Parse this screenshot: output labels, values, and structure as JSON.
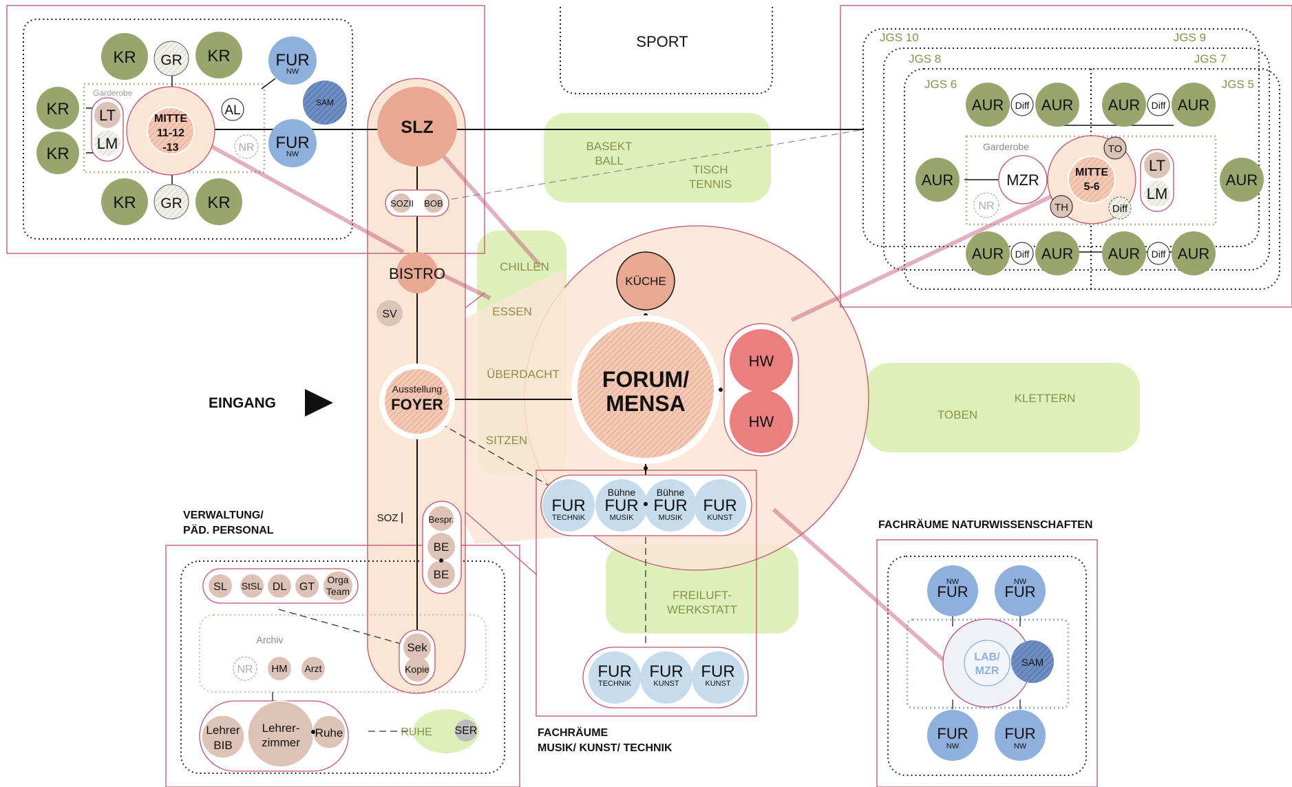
{
  "colors": {
    "olive": "#9aa56e",
    "salmon": "#e8a891",
    "peach": "#fbe5d5",
    "tan": "#ddc3b6",
    "blue": "#8fb0dc",
    "lightblue": "#c6dbec",
    "green": "#def0ba",
    "red": "#eb7f7f",
    "frame": "#c0506e",
    "olivetext": "#8b8f4a"
  },
  "zones": {
    "sport": "SPORT",
    "basketball_1": "BASEKT",
    "basketball_2": "BALL",
    "tischtennis_1": "TISCH",
    "tischtennis_2": "TENNIS",
    "chillen": "CHILLEN",
    "essen": "ESSEN",
    "ueberdacht": "ÜBERDACHT",
    "sitzen": "SITZEN",
    "toben": "TOBEN",
    "klettern": "KLETTERN",
    "freiluft_1": "FREILUFT-",
    "freiluft_2": "WERKSTATT",
    "eingang": "EINGANG"
  },
  "spine": {
    "slz": "SLZ",
    "sozii": "SOZII",
    "bob": "BOB",
    "bistro": "BISTRO",
    "sv": "SV",
    "foyer_small": "Ausstellung",
    "foyer": "FOYER",
    "soz": "SOZ",
    "bespr": "Bespr.",
    "be1": "BE",
    "be2": "BE",
    "sek": "Sek",
    "kopie": "Kopie"
  },
  "cluster_11_13": {
    "kr": "KR",
    "gr": "GR",
    "lt": "LT",
    "lm": "LM",
    "mitte_1": "MITTE",
    "mitte_2": "11-12",
    "mitte_3": "-13",
    "al": "AL",
    "nr": "NR",
    "fur": "FUR",
    "nw": "NW",
    "sam": "SAM",
    "garderobe": "Garderobe"
  },
  "cluster_5_10": {
    "jgs10": "JGS 10",
    "jgs9": "JGS 9",
    "jgs8": "JGS 8",
    "jgs7": "JGS 7",
    "jgs6": "JGS 6",
    "jgs5": "JGS 5",
    "aur": "AUR",
    "diff": "Diff",
    "garderobe": "Garderobe",
    "mzr": "MZR",
    "mitte_1": "MITTE",
    "mitte_2": "5-6",
    "to": "TO",
    "th": "TH",
    "lt": "LT",
    "lm": "LM",
    "nr": "NR"
  },
  "forum": {
    "title_1": "FORUM/",
    "title_2": "MENSA",
    "kueche": "KÜCHE",
    "hw": "HW"
  },
  "fach_musik": {
    "fur": "FUR",
    "technik": "TECHNIK",
    "musik": "MUSIK",
    "kunst": "KUNST",
    "buehne": "Bühne",
    "caption_1": "FACHRÄUME",
    "caption_2": "MUSIK/ KUNST/ TECHNIK"
  },
  "verwaltung": {
    "title_1": "VERWALTUNG/",
    "title_2": "PÄD. PERSONAL",
    "sl": "SL",
    "stsl": "StSL",
    "dl": "DL",
    "gt": "GT",
    "orga_1": "Orga",
    "orga_2": "Team",
    "archiv": "Archiv",
    "nr": "NR",
    "hm": "HM",
    "arzt": "Arzt",
    "lehrerbib_1": "Lehrer",
    "lehrerbib_2": "BIB",
    "lehrerzimmer_1": "Lehrer-",
    "lehrerzimmer_2": "zimmer",
    "ruhe": "Ruhe",
    "ruhe_out": "RUHE",
    "ser": "SER"
  },
  "naturwiss": {
    "title": "FACHRÄUME NATURWISSENSCHAFTEN",
    "nw": "NW",
    "fur": "FUR",
    "lab_1": "LAB/",
    "lab_2": "MZR",
    "sam": "SAM"
  }
}
